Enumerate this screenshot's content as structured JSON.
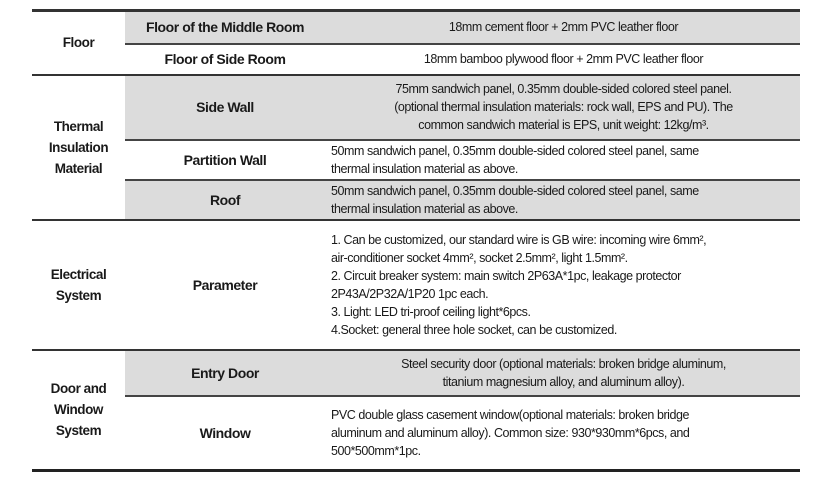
{
  "sections": [
    {
      "category": "Floor",
      "rows": [
        {
          "item": "Floor of the Middle Room",
          "desc": [
            "18mm cement floor + 2mm PVC leather floor"
          ]
        },
        {
          "item": "Floor of Side Room",
          "desc": [
            "18mm bamboo plywood floor + 2mm PVC leather floor"
          ]
        }
      ]
    },
    {
      "category": "Thermal Insulation Material",
      "rows": [
        {
          "item": "Side Wall",
          "desc": [
            "75mm sandwich panel, 0.35mm double-sided colored steel panel.",
            "(optional thermal insulation materials: rock wall, EPS and PU). The",
            "common sandwich material is EPS, unit weight: 12kg/m³."
          ]
        },
        {
          "item": "Partition Wall",
          "desc": [
            "50mm sandwich panel, 0.35mm double-sided colored steel panel, same",
            "thermal insulation material as above."
          ]
        },
        {
          "item": "Roof",
          "desc": [
            "50mm sandwich panel, 0.35mm double-sided colored steel panel, same",
            "thermal insulation material as above."
          ]
        }
      ]
    },
    {
      "category": "Electrical System",
      "rows": [
        {
          "item": "Parameter",
          "desc": [
            "1. Can be customized, our standard wire is GB wire: incoming wire 6mm²,",
            "air-conditioner socket 4mm², socket 2.5mm², light 1.5mm².",
            "2. Circuit breaker system: main switch 2P63A*1pc, leakage protector",
            "2P43A/2P32A/1P20 1pc each.",
            "3. Light: LED tri-proof ceiling light*6pcs.",
            "4.Socket: general three hole socket, can be customized."
          ]
        }
      ]
    },
    {
      "category": "Door and Window System",
      "rows": [
        {
          "item": "Entry Door",
          "desc": [
            "Steel security door (optional materials:  broken bridge aluminum,",
            "titanium magnesium alloy, and aluminum alloy)."
          ]
        },
        {
          "item": "Window",
          "desc": [
            "PVC double glass casement window(optional materials: broken bridge",
            "aluminum and aluminum alloy). Common size: 930*930mm*6pcs,  and",
            "500*500mm*1pc."
          ]
        }
      ]
    }
  ]
}
